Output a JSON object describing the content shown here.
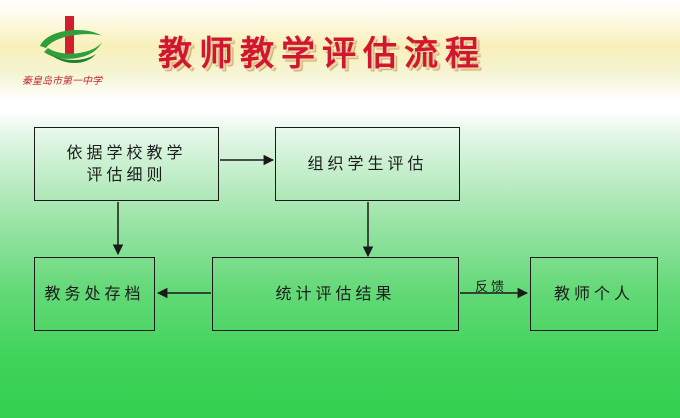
{
  "banner": {
    "title": "教师教学评估流程",
    "motto": "秦皇岛市第一中学"
  },
  "colors": {
    "title_red": "#d2162f",
    "logo_green": "#2f9f3c",
    "logo_red": "#d11e2d"
  },
  "flow": {
    "box_basis": [
      "依据学校教学",
      "评估细则"
    ],
    "box_student": "组织学生评估",
    "box_archive": "教务处存档",
    "box_results": "统计评估结果",
    "box_teacher": "教师个人",
    "feedback_label": "反馈"
  }
}
